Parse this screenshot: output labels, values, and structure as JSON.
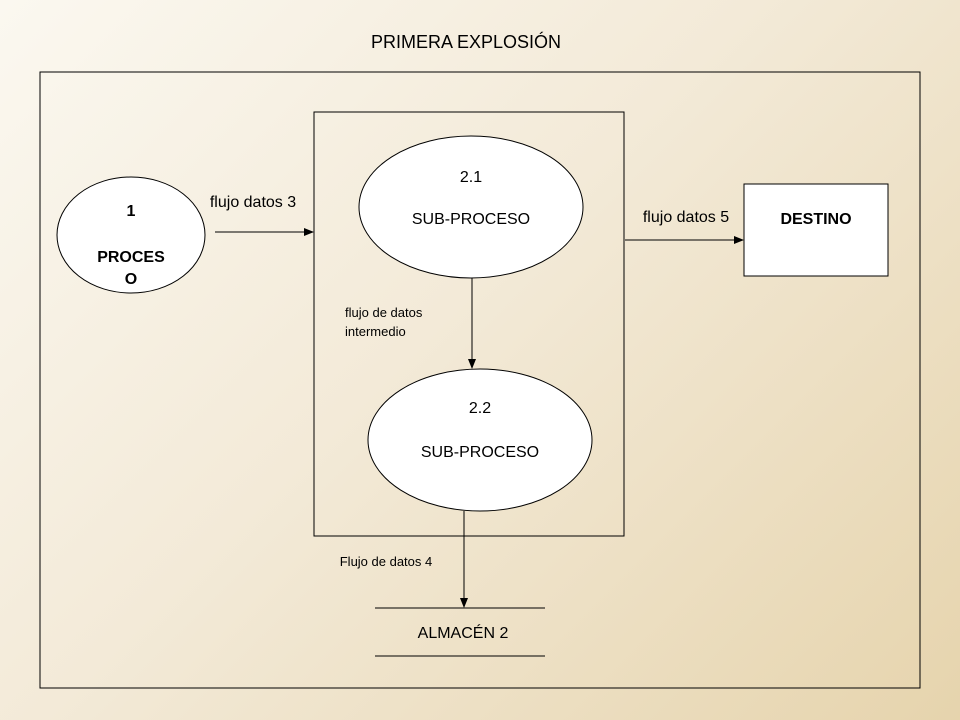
{
  "title": "PRIMERA  EXPLOSIÓN",
  "process": {
    "number": "1",
    "label_line1": "PROCES",
    "label_line2": "O"
  },
  "subprocess_1": {
    "number": "2.1",
    "label": "SUB-PROCESO"
  },
  "subprocess_2": {
    "number": "2.2",
    "label": "SUB-PROCESO"
  },
  "destination": {
    "label": "DESTINO"
  },
  "store": {
    "label": "ALMACÉN 2"
  },
  "flows": {
    "flow_3": "flujo  datos 3",
    "flow_5": "flujo  datos 5",
    "intermediate_line1": "flujo de datos",
    "intermediate_line2": "intermedio",
    "flow_4": "Flujo de datos  4"
  }
}
